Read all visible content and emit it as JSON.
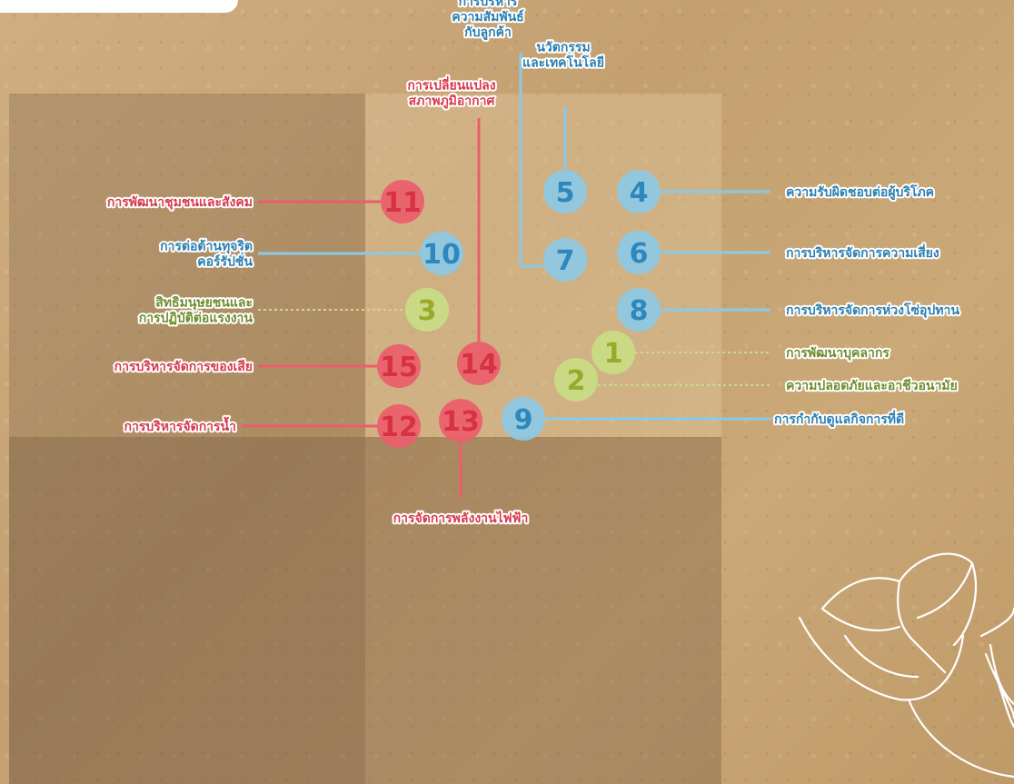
{
  "colors": {
    "red": "#ec5d6c",
    "blue": "#8cc9e6",
    "green": "#c9dd84",
    "red_text": "#d83a4c",
    "blue_text": "#2c7fb0",
    "green_text": "#6f8c2c",
    "red_num": "#d63243",
    "blue_num": "#2e87bd",
    "green_num": "#97aa2c"
  },
  "topics": {
    "t1": {
      "num": "1",
      "label": [
        "การพัฒนาบุคลากร"
      ]
    },
    "t2": {
      "num": "2",
      "label": [
        "ความปลอดภัยและอาชีวอนามัย"
      ]
    },
    "t3": {
      "num": "3",
      "label": [
        "สิทธิมนุษยชนและ",
        "การปฏิบัติต่อแรงงาน"
      ]
    },
    "t4": {
      "num": "4",
      "label": [
        "ความรับผิดชอบต่อผู้บริโภค"
      ]
    },
    "t5": {
      "num": "5",
      "label": [
        "นวัตกรรม",
        "และเทคโนโลยี"
      ]
    },
    "t6": {
      "num": "6",
      "label": [
        "การบริหารจัดการความเสี่ยง"
      ]
    },
    "t7": {
      "num": "7",
      "label": [
        "การบริหาร",
        "ความสัมพันธ์",
        "กับลูกค้า"
      ]
    },
    "t8": {
      "num": "8",
      "label": [
        "การบริหารจัดการห่วงโซ่อุปทาน"
      ]
    },
    "t9": {
      "num": "9",
      "label": [
        "การกำกับดูแลกิจการที่ดี"
      ]
    },
    "t10": {
      "num": "10",
      "label": [
        "การต่อต้านทุจริต",
        "คอร์รัปชั่น"
      ]
    },
    "t11": {
      "num": "11",
      "label": [
        "การพัฒนาชุมชนและสังคม"
      ]
    },
    "t12": {
      "num": "12",
      "label": [
        "การบริหารจัดการน้ำ"
      ]
    },
    "t13": {
      "num": "13",
      "label": [
        "การจัดการพลังงานไฟฟ้า"
      ]
    },
    "t14": {
      "num": "14",
      "label": [
        "การเปลี่ยนแปลง",
        "สภาพภูมิอากาศ"
      ]
    },
    "t15": {
      "num": "15",
      "label": [
        "การบริหารจัดการของเสีย"
      ]
    }
  }
}
